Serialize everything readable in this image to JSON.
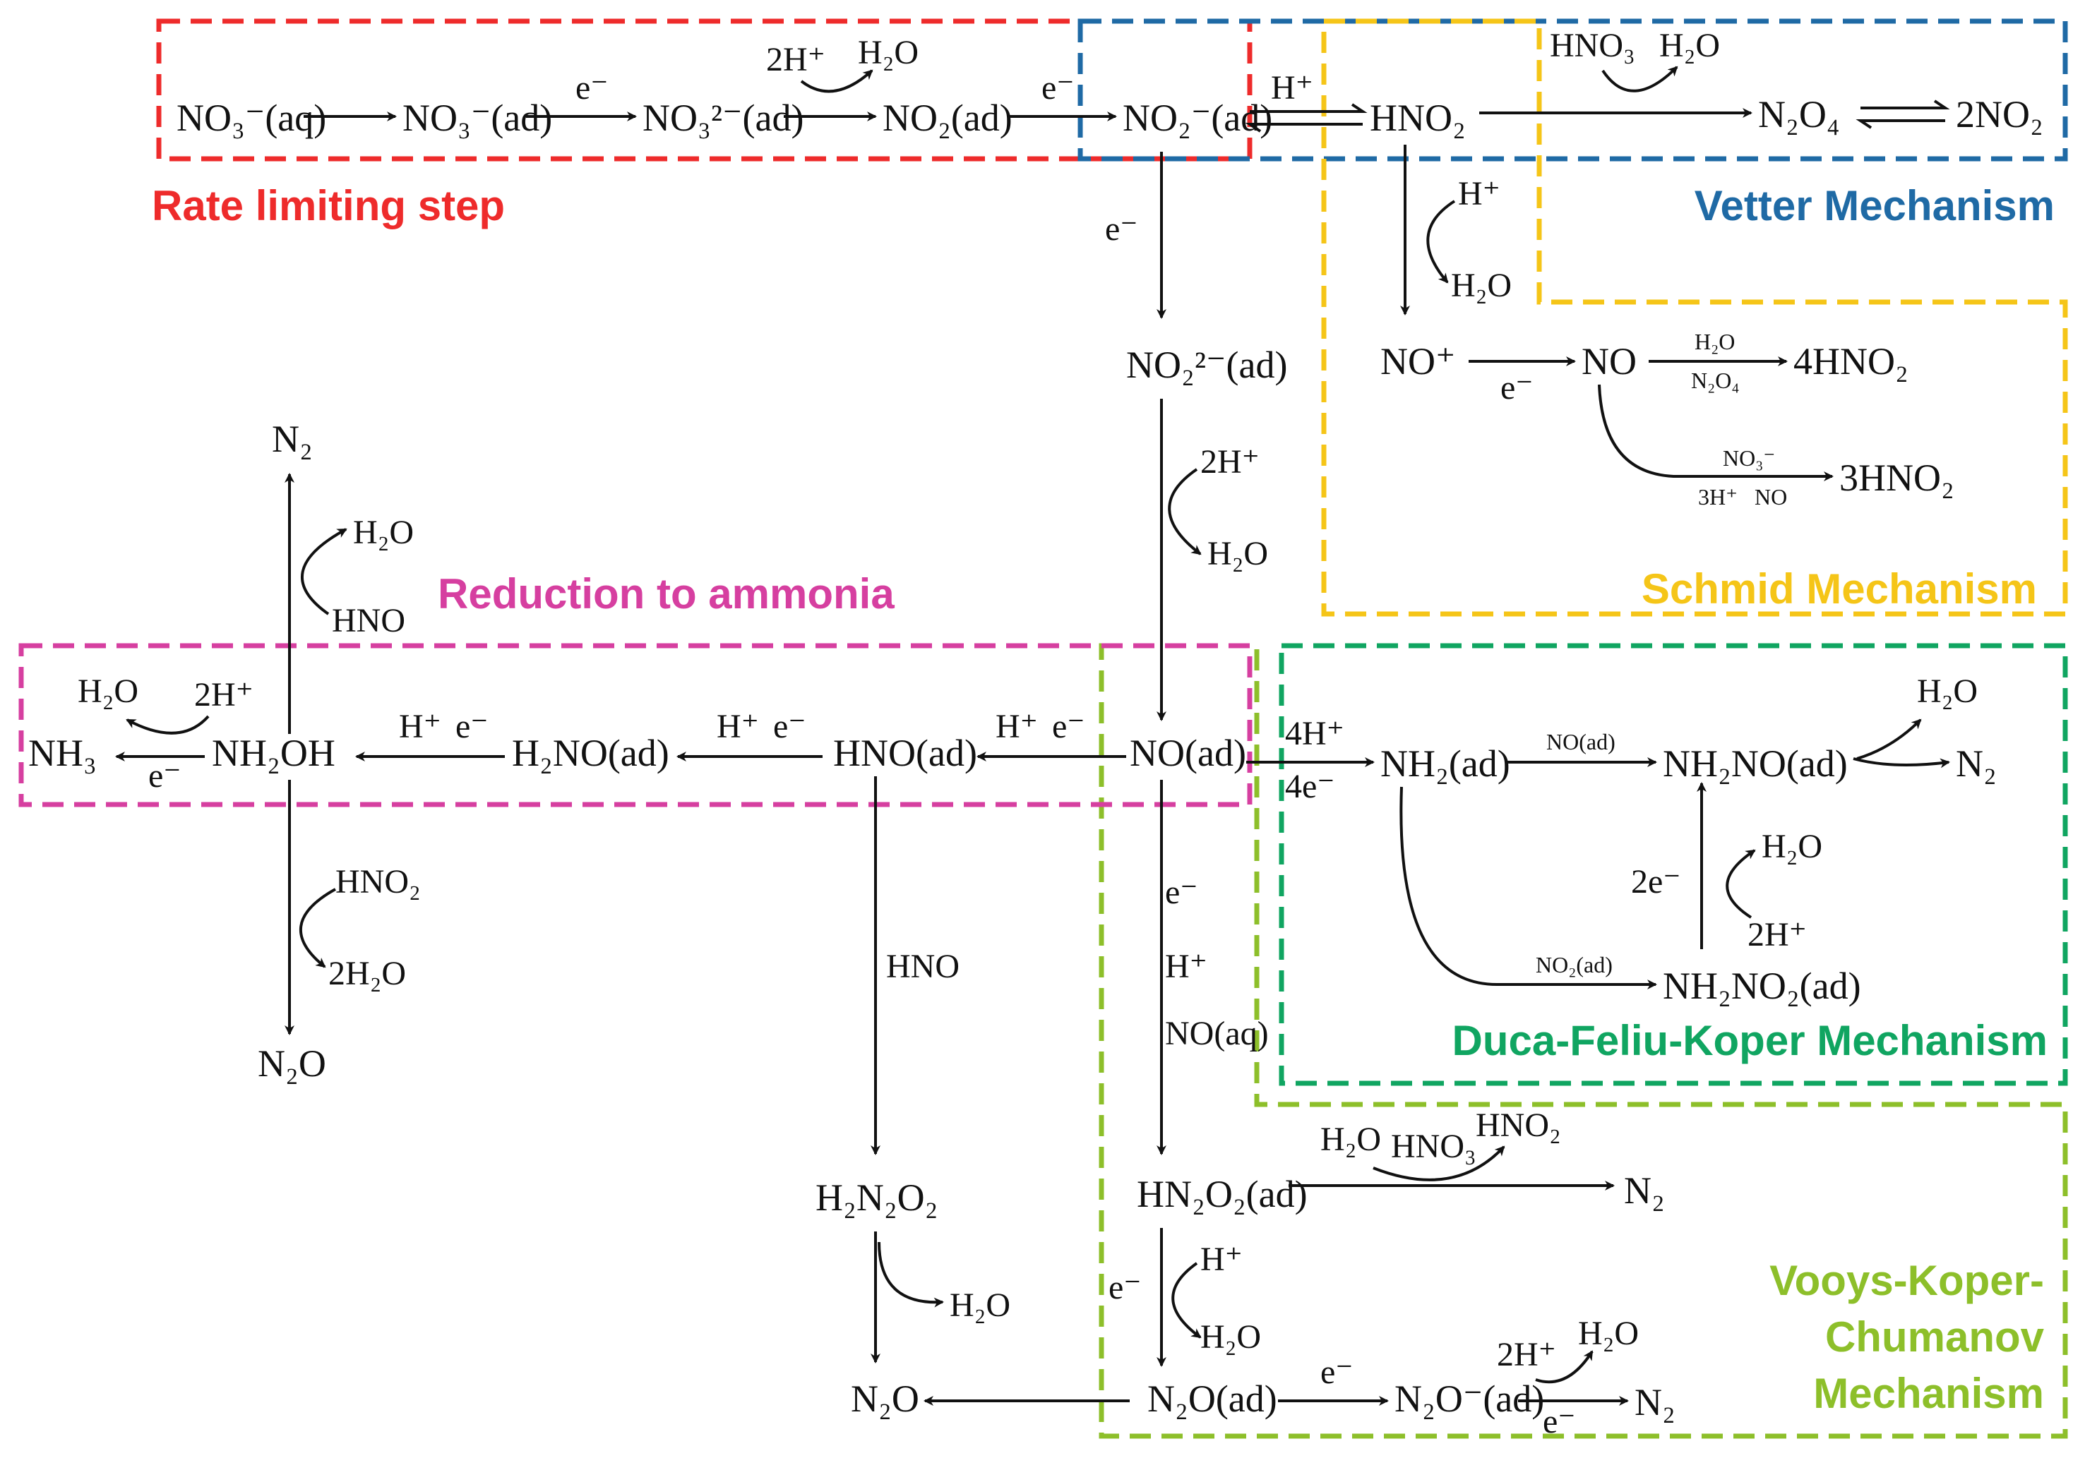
{
  "colors": {
    "rate": "#ee2b2b",
    "vetter": "#1f6aa5",
    "schmid": "#f5c518",
    "duca": "#10a561",
    "vooys": "#8dbf2a",
    "reduction": "#d63fa0",
    "ink": "#111111"
  },
  "mechanisms": {
    "rate": "Rate limiting step",
    "vetter": "Vetter Mechanism",
    "schmid": "Schmid Mechanism",
    "duca": "Duca-Feliu-Koper Mechanism",
    "vooys1": "Vooys-Koper-",
    "vooys2": "Chumanov",
    "vooys3": "Mechanism",
    "reduction": "Reduction to ammonia"
  },
  "species": {
    "no3aq": "NO₃⁻(aq)",
    "no3ad": "NO₃⁻(ad)",
    "no32ad": "NO₃²⁻(ad)",
    "no2ad": "NO₂(ad)",
    "no2mad": "NO₂⁻(ad)",
    "hno2": "HNO₂",
    "n2o4": "N₂O₄",
    "twono2": "2NO₂",
    "noplus": "NO⁺",
    "no": "NO",
    "fourhno2": "4HNO₂",
    "threehno2": "3HNO₂",
    "no22ad": "NO₂²⁻(ad)",
    "noad": "NO(ad)",
    "hnoad": "HNO(ad)",
    "h2noad": "H₂NO(ad)",
    "nh2oh": "NH₂OH",
    "nh3": "NH₃",
    "n2top": "N₂",
    "n2oleft": "N₂O",
    "nh2ad": "NH₂(ad)",
    "nh2noad": "NH₂NO(ad)",
    "nh2no2ad": "NH₂NO₂(ad)",
    "n2duca": "N₂",
    "h2n2o2": "H₂N₂O₂",
    "n2obottom": "N₂O",
    "hn2o2ad": "HN₂O₂(ad)",
    "n2vk": "N₂",
    "n2oad": "N₂O(ad)",
    "n2omad": "N₂O⁻(ad)",
    "n2final": "N₂"
  },
  "reagents": {
    "e1": "e⁻",
    "twoh1": "2H⁺",
    "h2o1": "H₂O",
    "e2": "e⁻",
    "hplus_v": "H⁺",
    "hno3_v": "HNO₃",
    "h2o_v": "H₂O",
    "hplus_s": "H⁺",
    "h2o_s": "H₂O",
    "e_s": "e⁻",
    "h2o_s2": "H₂O",
    "n2o4_s": "N₂O₄",
    "no3_s": "NO₃⁻",
    "threeh_s": "3H⁺",
    "no_s": "NO",
    "e_down": "e⁻",
    "twoh_down": "2H⁺",
    "h2o_down": "H₂O",
    "he1_h": "H⁺",
    "he1_e": "e⁻",
    "he2_h": "H⁺",
    "he2_e": "e⁻",
    "he3_h": "H⁺",
    "he3_e": "e⁻",
    "h2o_nh3": "H₂O",
    "twoh_nh3": "2H⁺",
    "e_nh3": "e⁻",
    "h2o_n2": "H₂O",
    "hno_n2": "HNO",
    "hno2_n2o": "HNO₂",
    "twoh2o_n2o": "2H₂O",
    "fourh": "4H⁺",
    "foure": "4e⁻",
    "noad_d": "NO(ad)",
    "no2ad_d": "NO₂(ad)",
    "h2o_d1": "H₂O",
    "twoe_d": "2e⁻",
    "h2o_d2": "H₂O",
    "twoh_d": "2H⁺",
    "hno_mid": "HNO",
    "h2o_h2n2o2": "H₂O",
    "e_vk": "e⁻",
    "h_vk": "H⁺",
    "noaq_vk": "NO(aq)",
    "h2o_vk": "H₂O",
    "hno3_vk": "HNO₃",
    "hno2_vk": "HNO₂",
    "e_vk2": "e⁻",
    "h_vk2": "H⁺",
    "h2o_vk2": "H₂O",
    "e_vk3": "e⁻",
    "twoh_vk": "2H⁺",
    "h2o_vk3": "H₂O",
    "e_vk4": "e⁻"
  }
}
